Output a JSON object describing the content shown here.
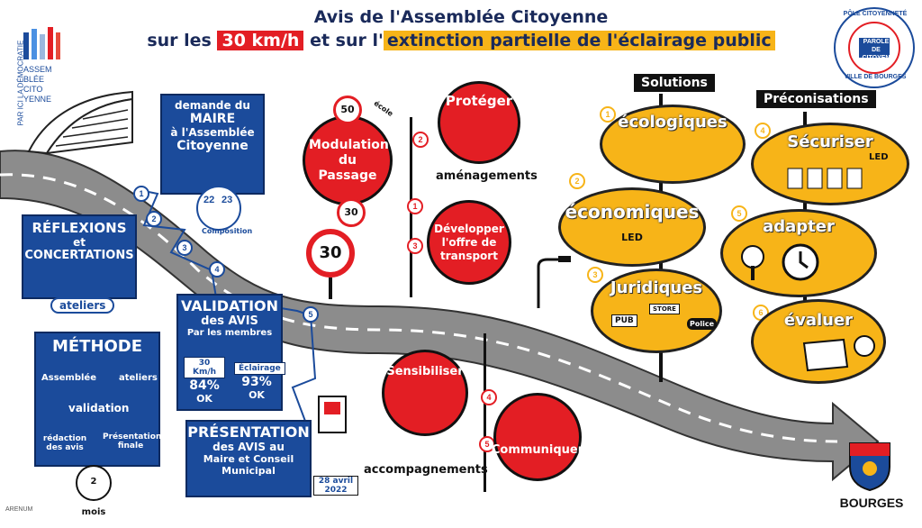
{
  "title": {
    "line1": "Avis de l'Assemblée Citoyenne",
    "line2_pre": "sur les ",
    "line2_speed": "30 km/h",
    "line2_mid": " et sur l'",
    "line2_light": "extinction partielle de l'éclairage public"
  },
  "logo_left": {
    "vertical": "PAR ICI LA DÉMOCRATIE",
    "l1": "ASSEM",
    "l2": "BLÉE",
    "l3": "CITO",
    "l4": "YENNE"
  },
  "logo_right": {
    "ring_top": "PÔLE CITOYENNETÉ",
    "ring_bottom": "VILLE DE BOURGES",
    "center": "PAROLE DE CITOYEN"
  },
  "bourges": "BOURGES",
  "credit": "ARENUM",
  "steps": {
    "s1": {
      "num": "1",
      "l1": "demande du",
      "l2": "MAIRE",
      "l3": "à l'Assemblée",
      "l4": "Citoyenne",
      "f": "22",
      "h": "23",
      "comp": "Composition"
    },
    "s2": {
      "num": "2",
      "l1": "RÉFLEXIONS",
      "l2": "et",
      "l3": "CONCERTATIONS",
      "tag": "ateliers"
    },
    "s3": {
      "num": "3",
      "title": "MÉTHODE",
      "a": "Assemblée",
      "b": "ateliers",
      "c": "validation",
      "d": "rédaction des avis",
      "e": "Présentation finale",
      "f": "2 mois"
    },
    "s4": {
      "num": "4",
      "l1": "VALIDATION",
      "l2": "des AVIS",
      "l3": "Par les membres",
      "v1label": "30 Km/h",
      "v1pct": "84%",
      "v1ok": "OK",
      "v2label": "Éclairage",
      "v2pct": "93%",
      "v2ok": "OK"
    },
    "s5": {
      "num": "5",
      "l1": "PRÉSENTATION",
      "l2": "des AVIS au",
      "l3": "Maire et",
      "l4": "Conseil",
      "l5": "Municipal",
      "date": "28 avril 2022"
    }
  },
  "speed": {
    "center": "Modulation du Passage",
    "sign50": "50",
    "sign30": "30",
    "bigsign": "30",
    "school": "école",
    "proteger": "Protéger",
    "amenagements": "aménagements",
    "developper": "Développer l'offre de transport",
    "sensibiliser": "Sensibiliser",
    "communiquer": "Communiquer",
    "accompagnements": "accompagnements",
    "n1": "1",
    "n2": "2",
    "n3": "3",
    "n4": "4",
    "n5": "5"
  },
  "solutions": {
    "header": "Solutions",
    "items": [
      {
        "num": "1",
        "label": "écologiques"
      },
      {
        "num": "2",
        "label": "économiques",
        "sub": "LED"
      },
      {
        "num": "3",
        "label": "Juridiques",
        "pub": "PUB",
        "store": "STORE",
        "police": "Police"
      }
    ]
  },
  "preco": {
    "header": "Préconisations",
    "items": [
      {
        "num": "4",
        "label": "Sécuriser",
        "sub": "LED"
      },
      {
        "num": "5",
        "label": "adapter"
      },
      {
        "num": "6",
        "label": "évaluer"
      }
    ]
  },
  "colors": {
    "red": "#e31e24",
    "blue": "#1b4b9b",
    "yellow": "#f7b418",
    "road": "#8c8c8c"
  }
}
